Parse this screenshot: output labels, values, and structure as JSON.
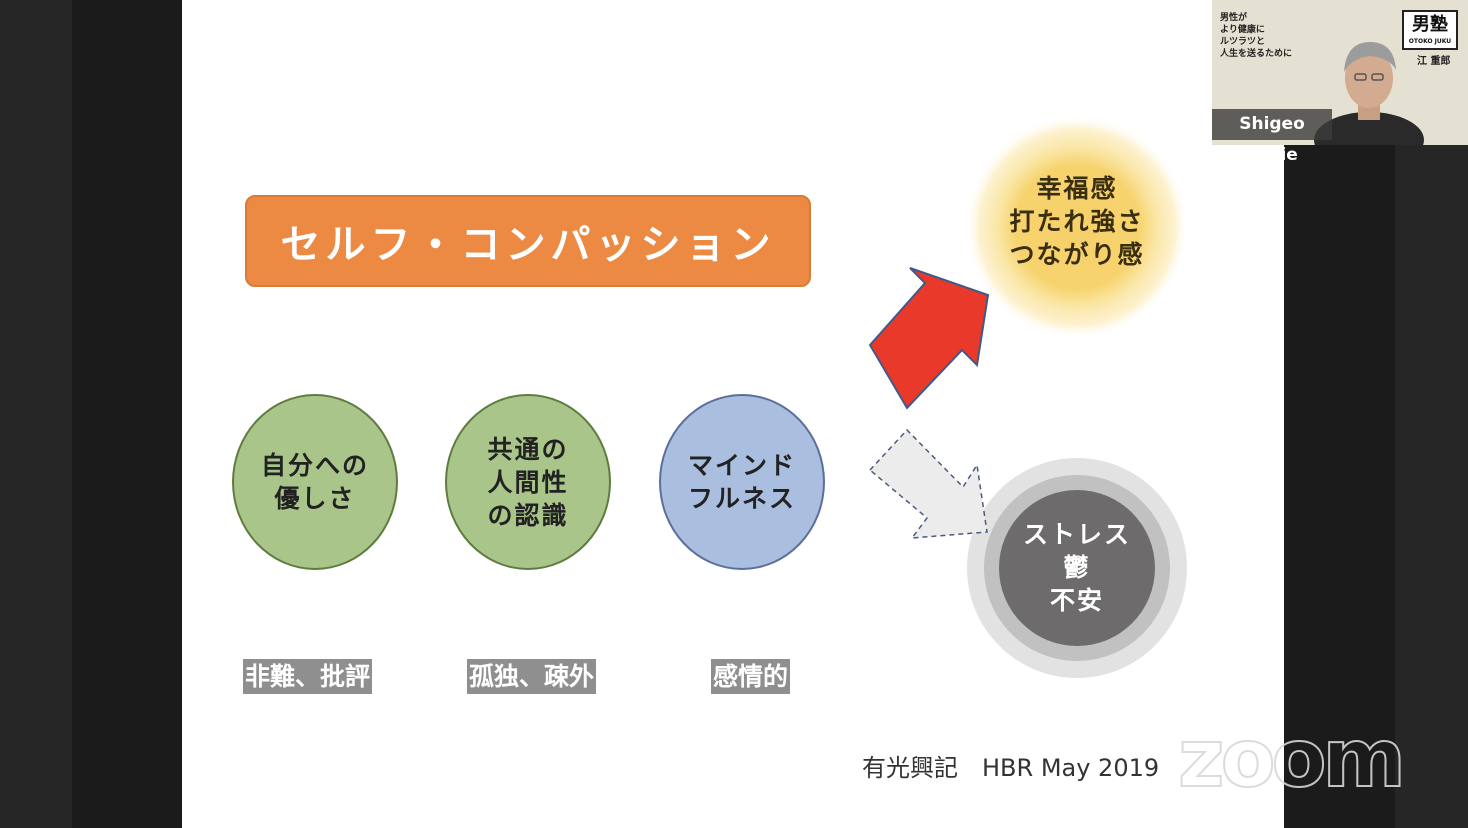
{
  "slide": {
    "title": "セルフ・コンパッション",
    "circles": [
      {
        "line1": "自分への",
        "line2": "優しさ"
      },
      {
        "line1": "共通の",
        "line2": "人間性",
        "line3": "の認識"
      },
      {
        "line1": "マインド",
        "line2": "フルネス"
      }
    ],
    "labels": [
      "非難、批評",
      "孤独、疎外",
      "感情的"
    ],
    "positive": {
      "line1": "幸福感",
      "line2": "打たれ強さ",
      "line3": "つながり感"
    },
    "negative": {
      "line1": "ストレス",
      "line2": "鬱",
      "line3": "不安"
    },
    "citation": "有光興記　HBR May 2019",
    "colors": {
      "title_bg": "#ec8a43",
      "green": "#a9c58a",
      "blue": "#aabee0",
      "arrow_red": "#e8392a",
      "sun_yellow": "#f6d06a",
      "gray_dark": "#6d6b6b"
    }
  },
  "video": {
    "participant_name": "Shigeo Horie",
    "poster_lines": [
      "男性が",
      "より健康に",
      "ルツラツと",
      "人生を送るために"
    ],
    "poster_logo": "男塾",
    "poster_logo_sub": "OTOKO JUKU",
    "poster_name": "江 重郎"
  },
  "watermark": "zoom"
}
